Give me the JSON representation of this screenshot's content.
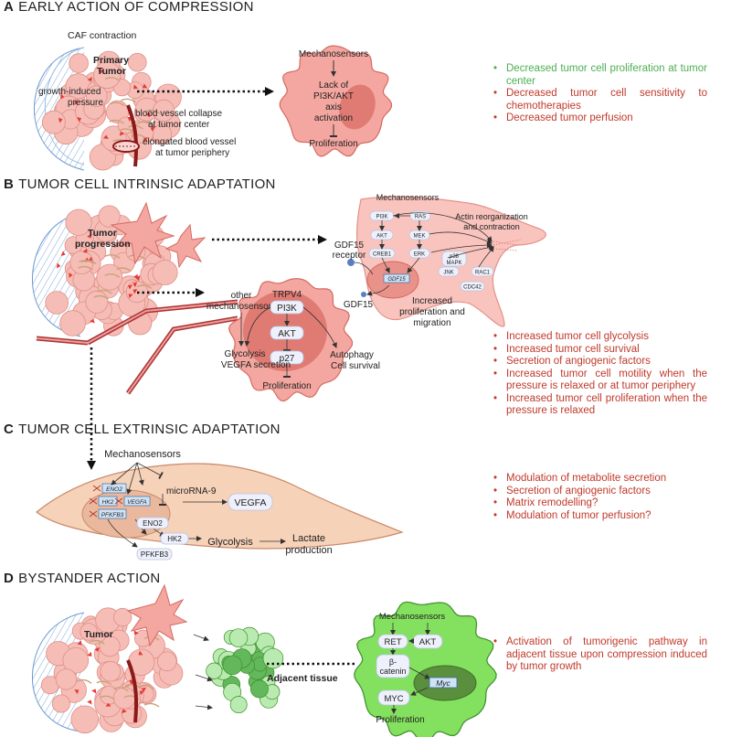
{
  "colors": {
    "green": "#4caf50",
    "red": "#c0392b",
    "cell_pink": "#f4a7a0",
    "cell_dark": "#e57373",
    "node_fill": "#eef1fb",
    "adjacent_green": "#7bd86b"
  },
  "sectionA": {
    "letter": "A",
    "title": "EARLY ACTION OF COMPRESSION",
    "labels": {
      "caf": "CAF contraction",
      "primary1": "Primary",
      "primary2": "Tumor",
      "growth1": "growth-induced",
      "growth2": "pressure",
      "collapse1": "blood vessel collapse",
      "collapse2": "at tumor center",
      "elong1": "elongated blood vessel",
      "elong2": "at tumor periphery",
      "mechano": "Mechanosensors",
      "lack1": "Lack of",
      "lack2": "PI3K/AKT",
      "lack3": "axis",
      "lack4": "activation",
      "prolif": "Proliferation"
    },
    "bullets": [
      {
        "text": "Decreased tumor cell proliferation at tumor center",
        "color": "green"
      },
      {
        "text": "Decreased tumor cell sensitivity to chemotherapies",
        "color": "red"
      },
      {
        "text": "Decreased tumor perfusion",
        "color": "red"
      }
    ]
  },
  "sectionB": {
    "letter": "B",
    "title": "TUMOR CELL INTRINSIC ADAPTATION",
    "labels": {
      "tumor1": "Tumor",
      "tumor2": "progression",
      "mechano": "Mechanosensors",
      "actin1": "Actin reorganization",
      "actin2": "and contraction",
      "gdf_rec1": "GDF15",
      "gdf_rec2": "receptor",
      "gdf15": "GDF15",
      "inc1": "Increased",
      "inc2": "proliferation and",
      "inc3": "migration",
      "other1": "other",
      "other2": "mechanosensors",
      "trpv4": "TRPV4",
      "pi3k": "PI3K",
      "akt": "AKT",
      "p27": "p27",
      "glyc1": "Glycolysis",
      "glyc2": "VEGFA secretion",
      "auto1": "Autophagy",
      "auto2": "Cell survival",
      "prolif": "Proliferation"
    },
    "nodes": {
      "pi3k": "PI3K",
      "ras": "RAS",
      "akt": "AKT",
      "mek": "MEK",
      "creb1": "CREB1",
      "erk": "ERK",
      "jnk": "JNK",
      "p38a": "p38",
      "p38b": "MAPK",
      "rac1": "RAC1",
      "cdc42": "CDC42",
      "gdf15gene": "GDF15"
    },
    "bullets": [
      {
        "text": "Increased tumor cell glycolysis",
        "color": "red"
      },
      {
        "text": "Increased tumor cell survival",
        "color": "red"
      },
      {
        "text": "Secretion of angiogenic factors",
        "color": "red"
      },
      {
        "text": "Increased tumor cell motility when the pressure is relaxed or at tumor periphery",
        "color": "red"
      },
      {
        "text": "Increased tumor cell proliferation when the pressure is relaxed",
        "color": "red"
      }
    ]
  },
  "sectionC": {
    "letter": "C",
    "title": "TUMOR CELL EXTRINSIC ADAPTATION",
    "labels": {
      "mechano": "Mechanosensors",
      "mirna": "microRNA-9",
      "vegfa": "VEGFA",
      "eno2": "ENO2",
      "hk2": "HK2",
      "pfkfb3": "PFKFB3",
      "glyc": "Glycolysis",
      "lact1": "Lactate",
      "lact2": "production"
    },
    "genes": {
      "eno2": "ENO2",
      "hk2": "HK2",
      "vegfa": "VEGFA",
      "pfkfb3": "PFKFB3"
    },
    "bullets": [
      {
        "text": "Modulation of metabolite secretion",
        "color": "red"
      },
      {
        "text": "Secretion of angiogenic factors",
        "color": "red"
      },
      {
        "text": "Matrix remodelling?",
        "color": "red"
      },
      {
        "text": "Modulation of tumor perfusion?",
        "color": "red"
      }
    ]
  },
  "sectionD": {
    "letter": "D",
    "title": "BYSTANDER ACTION",
    "labels": {
      "tumor": "Tumor",
      "adjacent": "Adjacent tissue",
      "mechano": "Mechanosensors",
      "ret": "RET",
      "akt": "AKT",
      "bcat1": "β-",
      "bcat2": "catenin",
      "myc": "MYC",
      "mycgene": "Myc",
      "prolif": "Proliferation"
    },
    "bullets": [
      {
        "text": "Activation of tumorigenic pathway in adjacent tissue upon compression induced by tumor growth",
        "color": "red"
      }
    ]
  }
}
